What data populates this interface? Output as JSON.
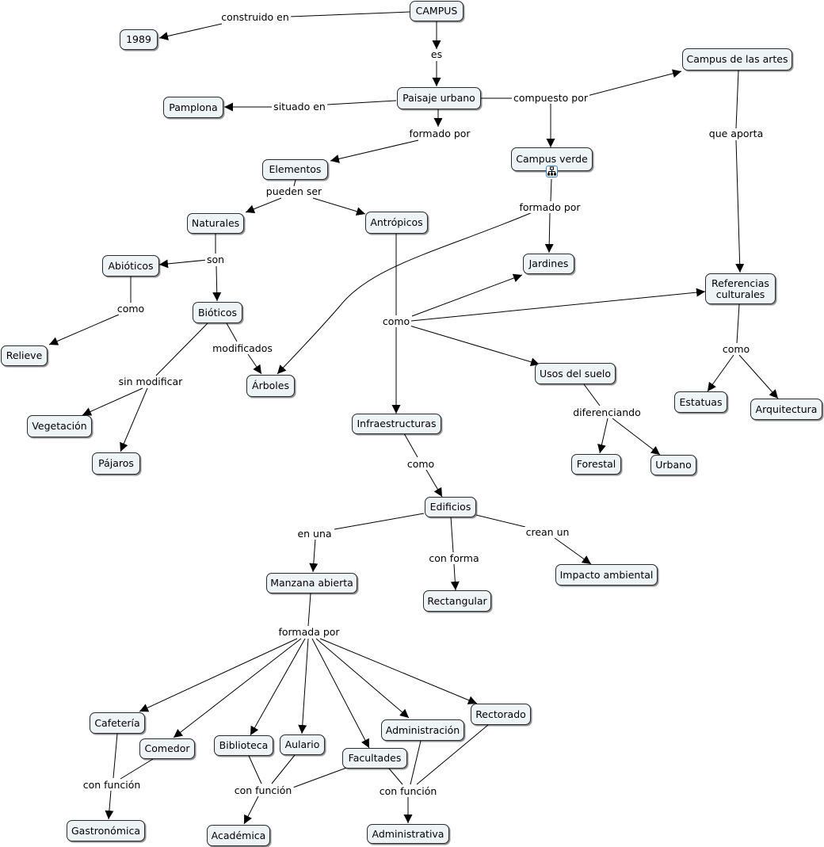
{
  "nodes": {
    "campus": "CAMPUS",
    "y1989": "1989",
    "paisaje_urbano": "Paisaje urbano",
    "pamplona": "Pamplona",
    "campus_artes": "Campus de las artes",
    "campus_verde": "Campus verde",
    "elementos": "Elementos",
    "naturales": "Naturales",
    "antropicos": "Antrópicos",
    "abioticos": "Abióticos",
    "bioticos": "Bióticos",
    "relieve": "Relieve",
    "arboles": "Árboles",
    "vegetacion": "Vegetación",
    "pajaros": "Pájaros",
    "jardines": "Jardines",
    "referencias_culturales": "Referencias culturales",
    "usos_suelo": "Usos del suelo",
    "infraestructuras": "Infraestructuras",
    "estatuas": "Estatuas",
    "arquitectura": "Arquitectura",
    "forestal": "Forestal",
    "urbano": "Urbano",
    "edificios": "Edificios",
    "manzana_abierta": "Manzana abierta",
    "rectangular": "Rectangular",
    "impacto_ambiental": "Impacto ambiental",
    "cafeteria": "Cafetería",
    "comedor": "Comedor",
    "biblioteca": "Biblioteca",
    "aulario": "Aulario",
    "facultades": "Facultades",
    "administracion": "Administración",
    "rectorado": "Rectorado",
    "gastronomica": "Gastronómica",
    "academica": "Académica",
    "administrativa": "Administrativa"
  },
  "linking_phrases": {
    "construido_en": "construido en",
    "es": "es",
    "situado_en": "situado en",
    "compuesto_por": "compuesto por",
    "formado_por_1": "formado por",
    "que_aporta": "que aporta",
    "pueden_ser": "pueden ser",
    "formado_por_2": "formado por",
    "son": "son",
    "como_1": "como",
    "como_2": "como",
    "como_3": "como",
    "como_4": "como",
    "modificados": "modificados",
    "sin_modificar": "sin modificar",
    "diferenciando": "diferenciando",
    "en_una": "en una",
    "con_forma": "con forma",
    "crean_un": "crean un",
    "formada_por": "formada por",
    "con_funcion_1": "con función",
    "con_funcion_2": "con función",
    "con_funcion_3": "con función"
  },
  "icons": {
    "submap": "concept-map-link-icon"
  }
}
